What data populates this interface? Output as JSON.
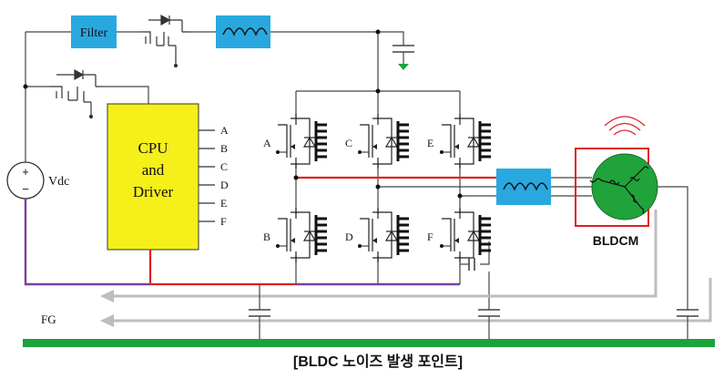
{
  "labels": {
    "filter": "Filter",
    "cpu_line1": "CPU",
    "cpu_line2": "and",
    "cpu_line3": "Driver",
    "vdc": "Vdc",
    "vdc_plus": "+",
    "vdc_minus": "−",
    "motor": "BLDCM",
    "fg": "FG",
    "caption": "[BLDC 노이즈 발생 포인트]"
  },
  "cpu_pins": [
    "A",
    "B",
    "C",
    "D",
    "E",
    "F"
  ],
  "switch_labels": {
    "top": [
      "A",
      "C",
      "E"
    ],
    "bottom": [
      "B",
      "D",
      "F"
    ]
  },
  "colors": {
    "filter_fill": "#29a8e0",
    "cpu_fill": "#f5ef1a",
    "motor_fill": "#1fa33a",
    "ground_bar": "#1aa33c",
    "phase_wire": "#e02020",
    "return_wire": "#7a3fa0",
    "fg_line": "#bdbdbd",
    "ground_symbol": "#1aa33c"
  }
}
